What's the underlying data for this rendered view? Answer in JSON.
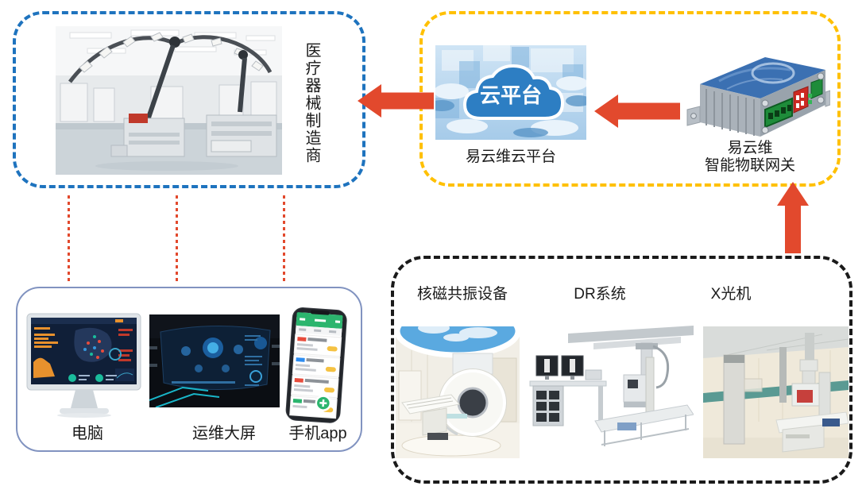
{
  "manufacturer": {
    "label": "医疗器械制造商"
  },
  "cloud_platform": {
    "badge": "云平台",
    "caption": "易云维云平台"
  },
  "gateway": {
    "caption_line1": "易云维",
    "caption_line2": "智能物联网关"
  },
  "clients": {
    "items": [
      {
        "label": "电脑"
      },
      {
        "label": "运维大屏"
      },
      {
        "label": "手机app"
      }
    ]
  },
  "devices": {
    "items": [
      {
        "label": "核磁共振设备"
      },
      {
        "label": "DR系统"
      },
      {
        "label": "X光机"
      }
    ]
  },
  "colors": {
    "manufacturer_border": "#1E73BE",
    "cloud_box_border": "#FFC000",
    "devices_border": "#1A1A1A",
    "clients_border": "#8193C0",
    "arrow": "#E2492D",
    "cloud_fill": "#2D7EC3"
  }
}
